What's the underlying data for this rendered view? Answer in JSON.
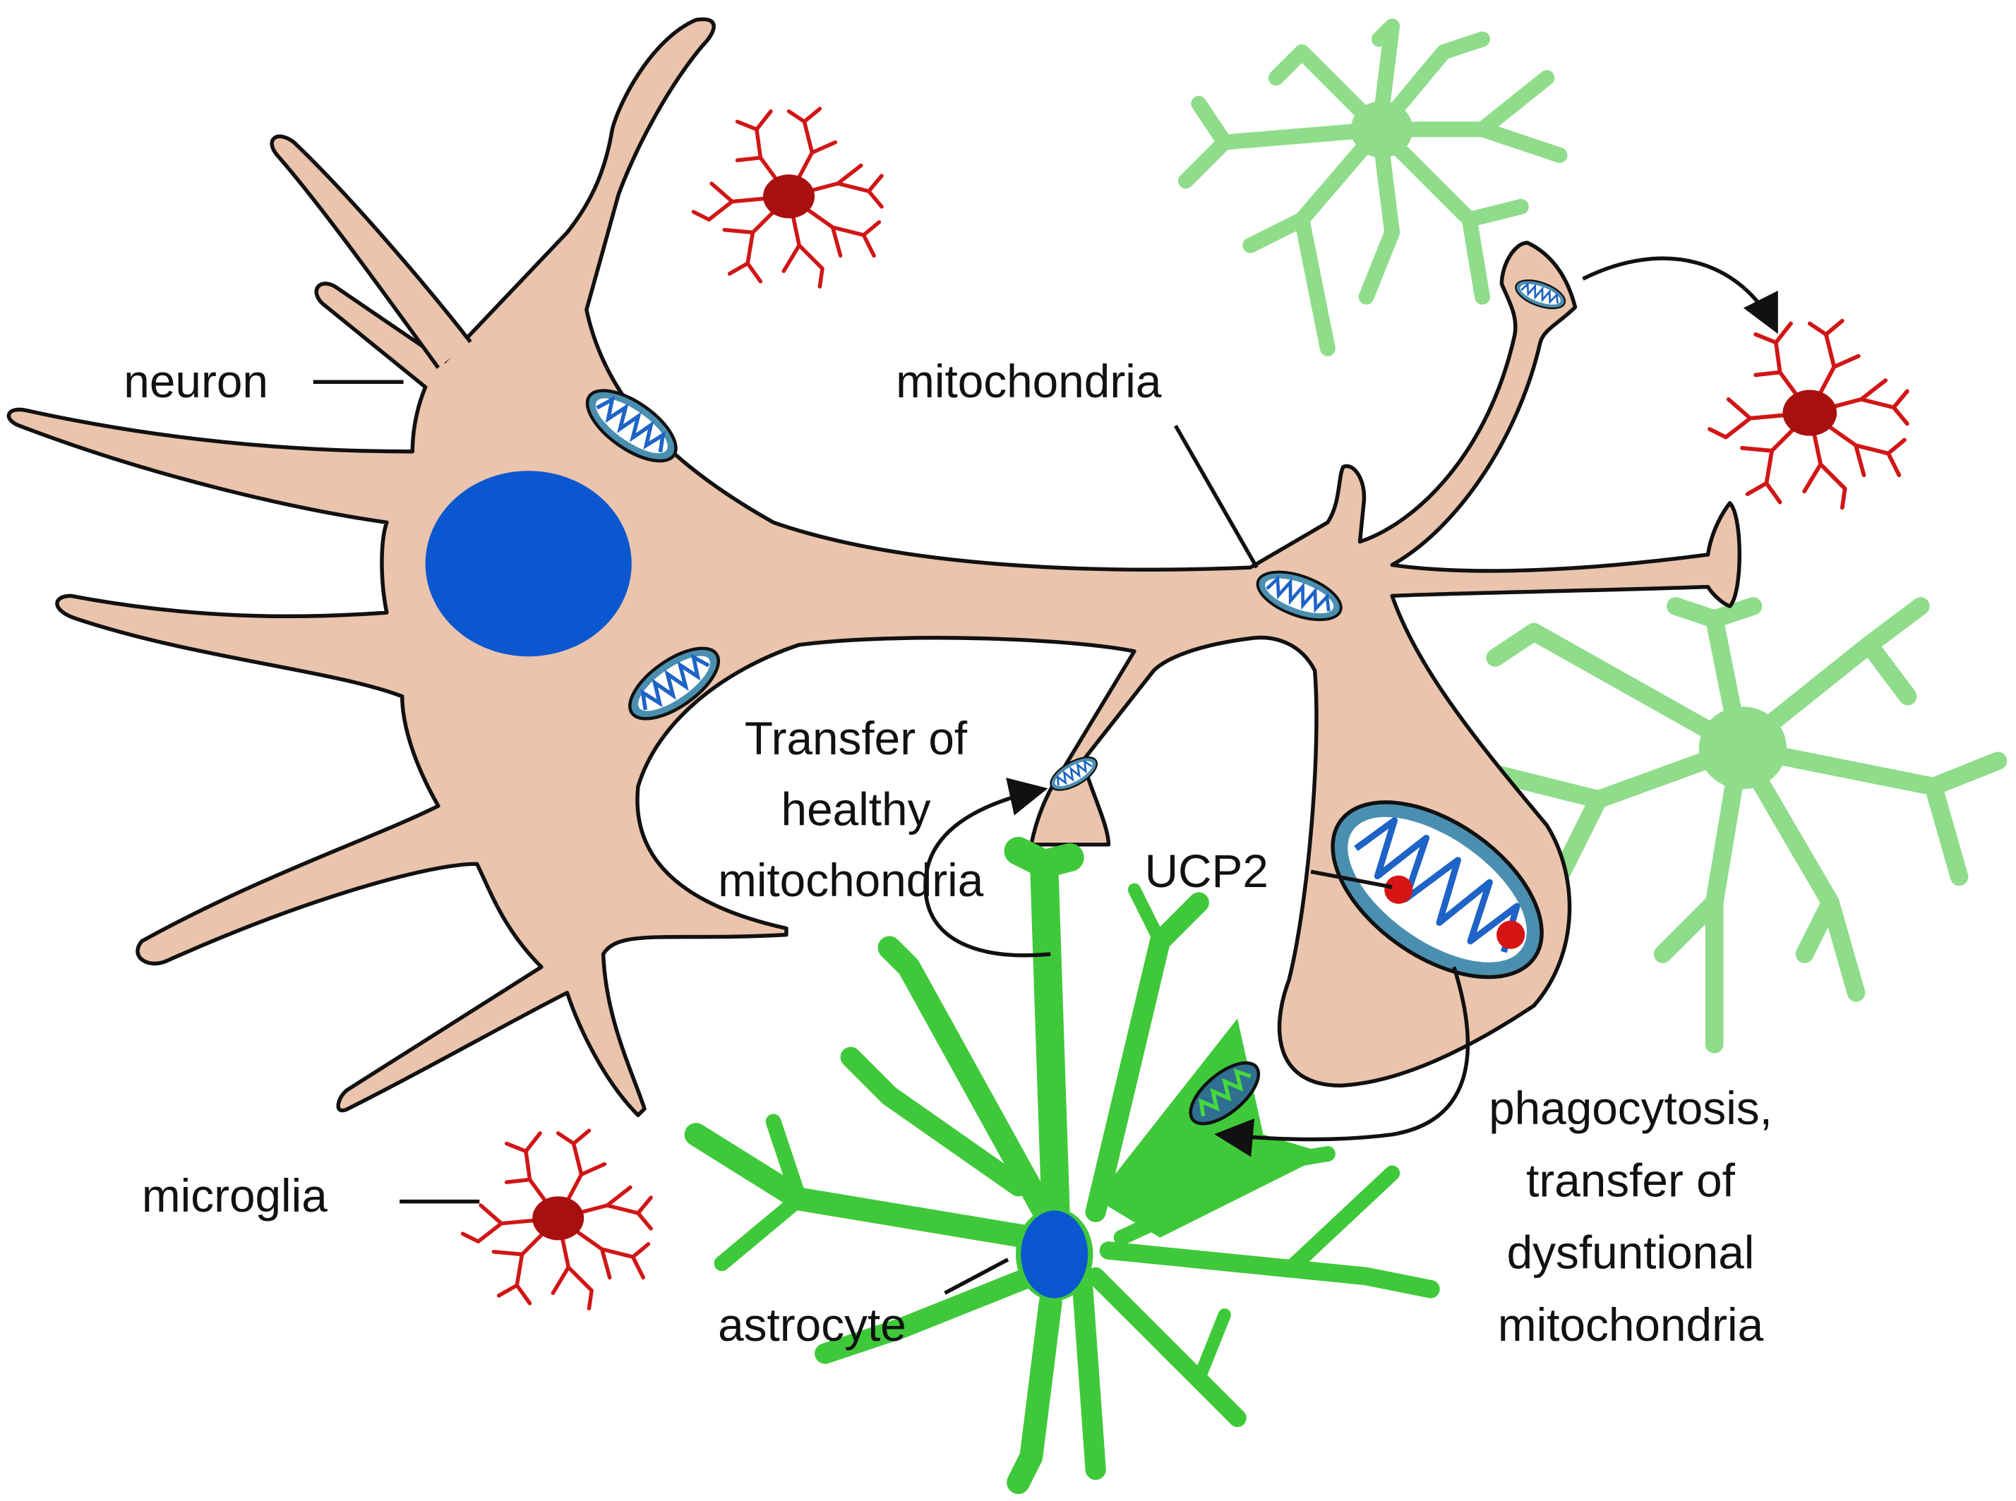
{
  "labels": {
    "neuron": "neuron",
    "mitochondria": "mitochondria",
    "transfer_line1": "Transfer of",
    "transfer_line2": "healthy",
    "transfer_line3": "mitochondria",
    "ucp2": "UCP2",
    "microglia": "microglia",
    "astrocyte": "astrocyte",
    "phago_line1": "phagocytosis,",
    "phago_line2": "transfer of",
    "phago_line3": "dysfuntional",
    "phago_line4": "mitochondria"
  },
  "colors": {
    "neuron_fill": "#ebc4ad",
    "nucleus": "#0b57d0",
    "mito_outer": "#4a8fb0",
    "mito_inner": "#ffffff",
    "mito_crista": "#1e63c6",
    "astrocyte": "#3fc93a",
    "astrocyte_faded": "#8fdc8a",
    "microglia": "#d01616",
    "microglia_body": "#a80f0f",
    "ucp2": "#d71414",
    "outline": "#111111"
  },
  "icons": {
    "mitochondrion": "mitochondrion-icon",
    "microglia": "microglia-icon",
    "astrocyte": "astrocyte-icon",
    "neuron": "neuron-icon"
  }
}
